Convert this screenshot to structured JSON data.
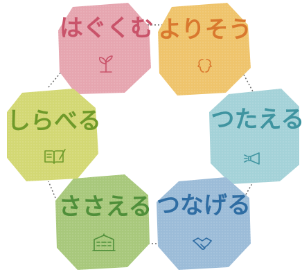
{
  "diagram": {
    "connector_color": "#666666",
    "nodes": [
      {
        "id": "hagukumu",
        "label": "はぐくむ",
        "fill": "#e6a6b0",
        "text_color": "#c9536a",
        "icon": "sprout-icon"
      },
      {
        "id": "yorisou",
        "label": "よりそう",
        "fill": "#efc46c",
        "text_color": "#d9782e",
        "icon": "two-faces-icon"
      },
      {
        "id": "tsutaeru",
        "label": "つたえる",
        "fill": "#a4d2d8",
        "text_color": "#3f94a0",
        "icon": "megaphone-icon"
      },
      {
        "id": "tsunageru",
        "label": "つなげる",
        "fill": "#9cbcd8",
        "text_color": "#2f6da3",
        "icon": "handshake-icon"
      },
      {
        "id": "sasaeru",
        "label": "ささえる",
        "fill": "#a8c87c",
        "text_color": "#4f8f3a",
        "icon": "building-icon"
      },
      {
        "id": "shiraberu",
        "label": "しらべる",
        "fill": "#d3d874",
        "text_color": "#6f9a2a",
        "icon": "book-pen-icon"
      }
    ]
  }
}
